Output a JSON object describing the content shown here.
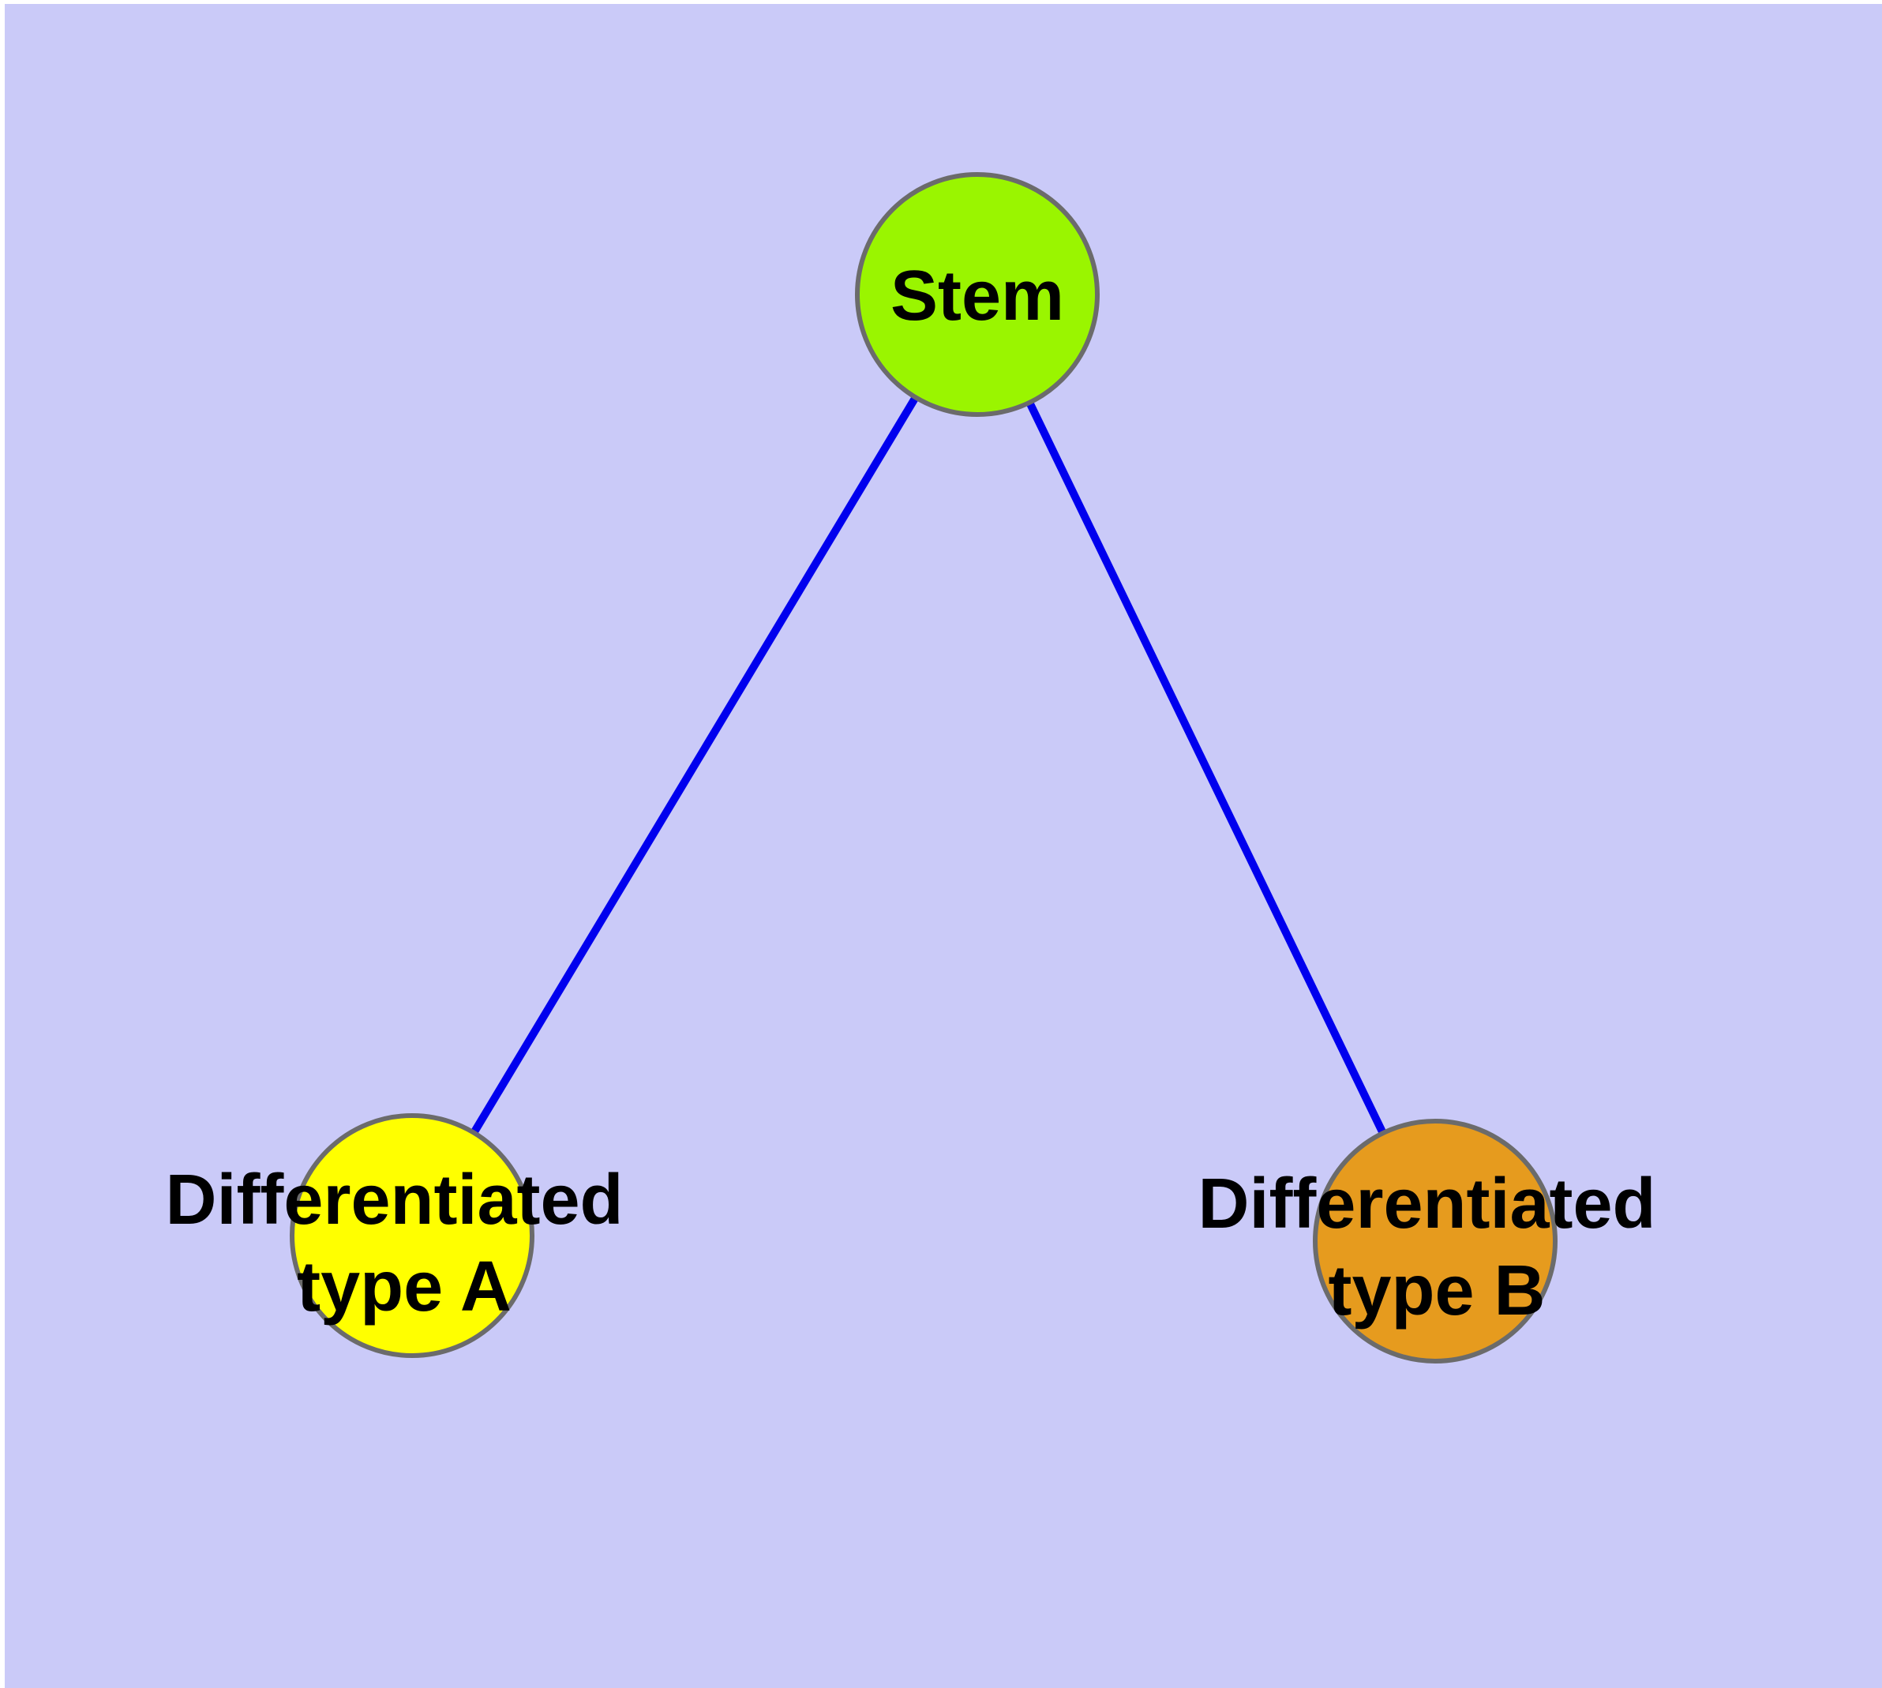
{
  "diagram": {
    "nodes": [
      {
        "id": "stem",
        "shape": "circle",
        "label": "Stem",
        "fill": "#9af500"
      },
      {
        "id": "type-a",
        "shape": "circle",
        "label_line1": "Differentiated",
        "label_line2": "type A",
        "fill": "#ffff00"
      },
      {
        "id": "type-b",
        "shape": "circle",
        "label_line1": "Differentiated",
        "label_line2": "type B",
        "fill": "#e69b1e"
      }
    ],
    "edges": [
      {
        "from": "Stem",
        "to": "Differentiated type A"
      },
      {
        "from": "Stem",
        "to": "Differentiated type B"
      }
    ]
  },
  "colors": {
    "page_margin": "#ffffff",
    "background": "#cacaf8",
    "node_border": "#6b6b6b",
    "edge": "#0000ee",
    "label_text": "#000000"
  }
}
